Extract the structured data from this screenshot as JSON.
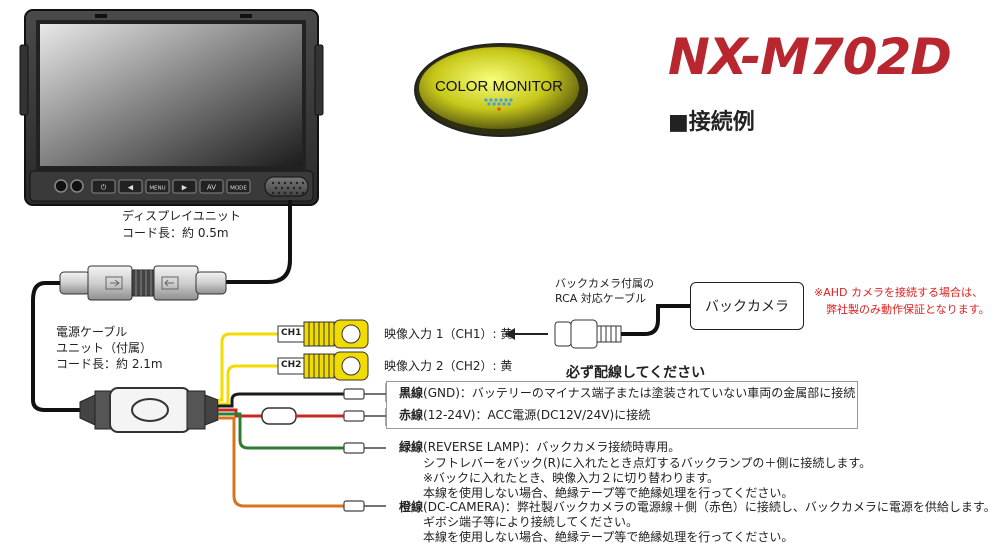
{
  "header": {
    "model": "NX-M702D",
    "subtitle": "■接続例",
    "badge_text": "COLOR MONITOR"
  },
  "monitor": {
    "buttons": [
      "⏻",
      "◀",
      "MENU",
      "▶",
      "AV",
      "MODE"
    ]
  },
  "labels": {
    "display_unit_line1": "ディスプレイユニット",
    "display_unit_line2": "コード長：約 0.5m",
    "power_cable_line1": "電源ケーブル",
    "power_cable_line2": "ユニット（付属）",
    "power_cable_line3": "コード長：約 2.1m",
    "rca_cable_line1": "バックカメラ付属の",
    "rca_cable_line2": "RCA 対応ケーブル",
    "back_camera": "バックカメラ",
    "ahd_note_line1": "※AHD カメラを接続する場合は、",
    "ahd_note_line2": "弊社製のみ動作保証となります。",
    "ch1_tag": "CH1",
    "ch2_tag": "CH2",
    "video_in1": "映像入力 1（CH1）: 黄",
    "video_in2": "映像入力 2（CH2）: 黄",
    "must_wire": "必ず配線してください",
    "black_wire_color": "黒線",
    "black_wire": "(GND)：バッテリーのマイナス端子または塗装されていない車両の金属部に接続",
    "red_wire_color": "赤線",
    "red_wire": "(12-24V)：ACC電源(DC12V/24V)に接続",
    "green_wire_color": "緑線",
    "green_wire": "(REVERSE LAMP)：バックカメラ接続時専用。",
    "green_line2": "シフトレバーをバック(R)に入れたとき点灯するバックランプの＋側に接続します。",
    "green_line3": "※バックに入れたとき、映像入力２に切り替わります。",
    "green_line4": "本線を使用しない場合、絶縁テープ等で絶縁処理を行ってください。",
    "orange_wire_color": "橙線",
    "orange_wire": "(DC-CAMERA)：弊社製バックカメラの電源線＋側（赤色）に接続し、バックカメラに電源を供給します。",
    "orange_line2": "ギボシ端子等により接続してください。",
    "orange_line3": "本線を使用しない場合、絶縁テープ等で絶縁処理を行ってください。"
  },
  "colors": {
    "brand_red": "#b8262f",
    "yellow_wire": "#f2dc00",
    "black_wire": "#1a1a1a",
    "red_wire": "#c62828",
    "green_wire": "#2e7d32",
    "orange_wire": "#d9731e",
    "note_red": "#e02020"
  }
}
